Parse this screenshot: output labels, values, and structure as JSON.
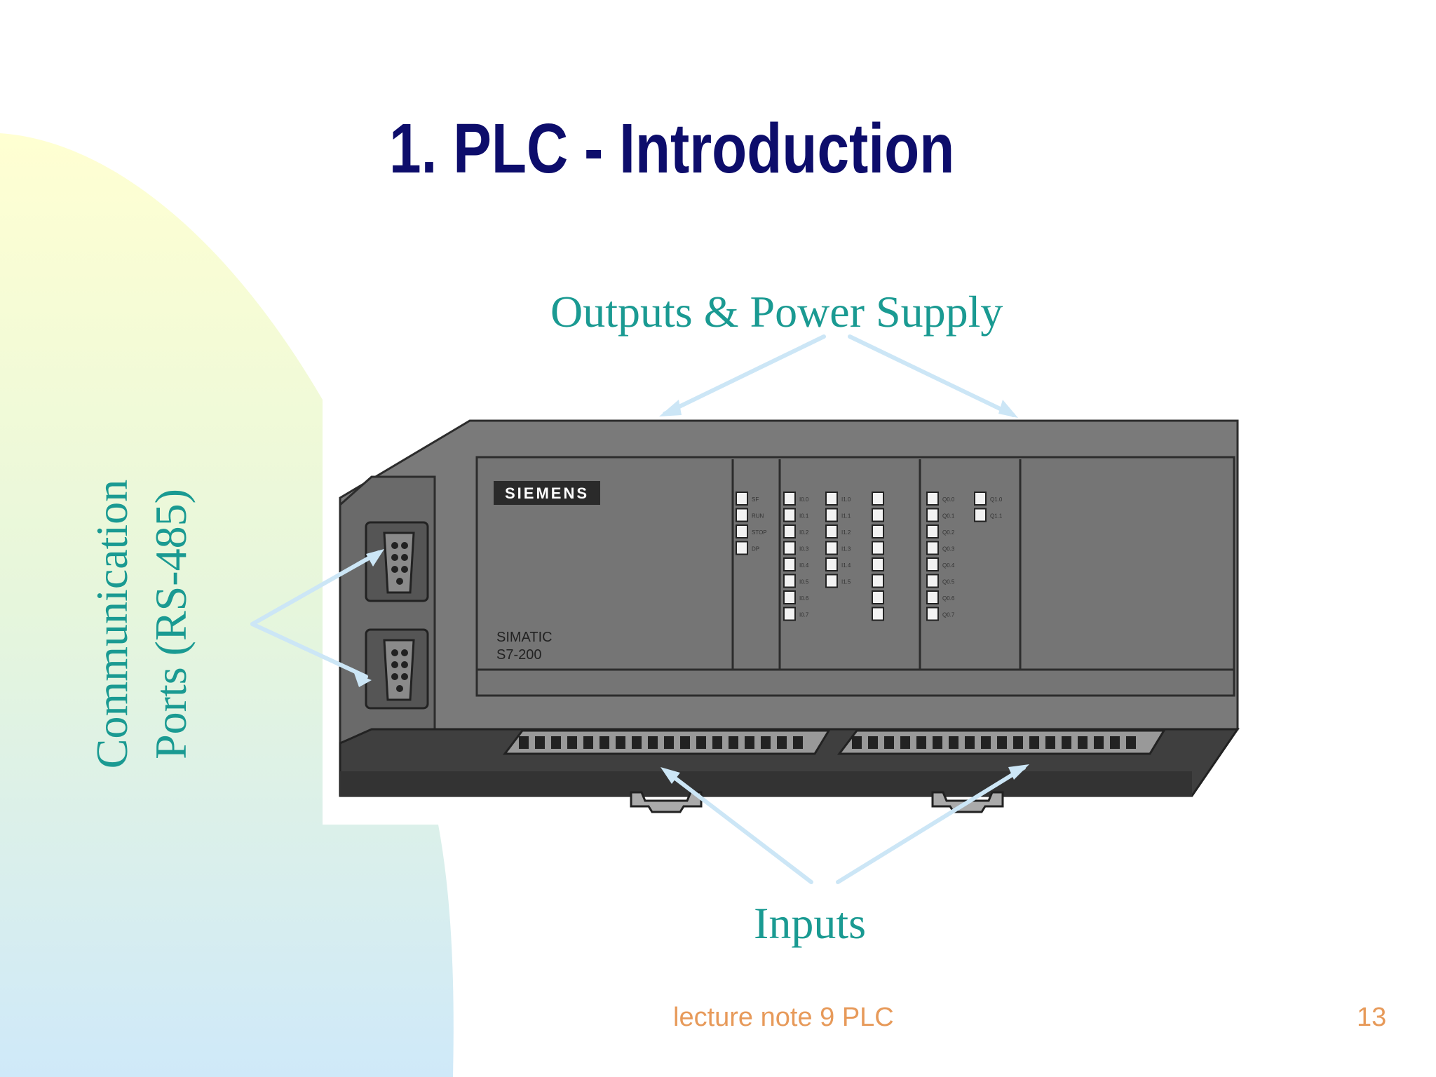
{
  "slide": {
    "title": "1. PLC - Introduction",
    "labels": {
      "outputs_power": "Outputs & Power Supply",
      "comm_line1": "Communication",
      "comm_line2": "Ports (RS-485)",
      "inputs": "Inputs"
    },
    "footer": {
      "note": "lecture note 9 PLC",
      "page_number": "13"
    }
  },
  "device": {
    "brand": "SIEMENS",
    "model_line1": "SIMATIC",
    "model_line2": "S7-200",
    "status_leds": [
      "SF",
      "RUN",
      "STOP",
      "DP"
    ],
    "input_leds_a": [
      "I0.0",
      "I0.1",
      "I0.2",
      "I0.3",
      "I0.4",
      "I0.5",
      "I0.6",
      "I0.7"
    ],
    "input_leds_b": [
      "I1.0",
      "I1.1",
      "I1.2",
      "I1.3",
      "I1.4",
      "I1.5"
    ],
    "output_leds_a": [
      "Q0.0",
      "Q0.1",
      "Q0.2",
      "Q0.3",
      "Q0.4",
      "Q0.5",
      "Q0.6",
      "Q0.7"
    ],
    "output_leds_b": [
      "Q1.0",
      "Q1.1"
    ]
  },
  "colors": {
    "title": "#0d0d6b",
    "label": "#1a9a92",
    "footer": "#e79a5a",
    "arrow": "#cce6f6"
  }
}
